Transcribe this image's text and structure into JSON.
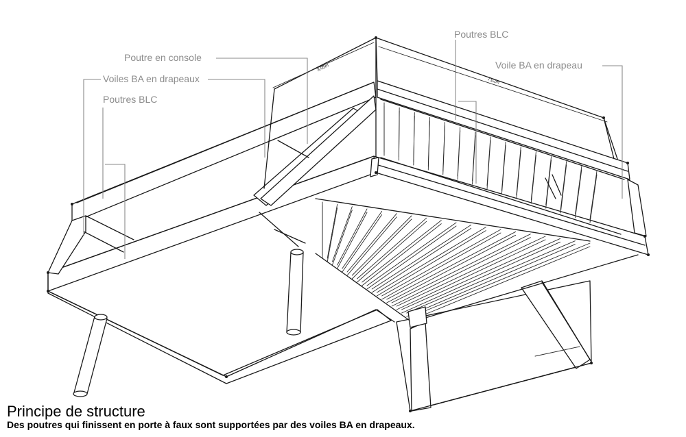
{
  "labels": {
    "poutre_console": "Poutre en console",
    "voiles_ba_drapeaux": "Voiles BA en drapeaux",
    "poutres_blc_left": "Poutres BLC",
    "poutres_blc_top": "Poutres BLC",
    "voile_ba_drapeau": "Voile BA en drapeau"
  },
  "dimensions": {
    "d1": "3,05m",
    "d2": "7,02m"
  },
  "caption": {
    "title": "Principe de structure",
    "text": "Des poutres qui finissent en porte à faux sont supportées par des voiles BA en drapeaux."
  },
  "colors": {
    "ink": "#1a1a1a",
    "label_gray": "#8c8c8c",
    "leader_gray": "#8a8a8a"
  }
}
